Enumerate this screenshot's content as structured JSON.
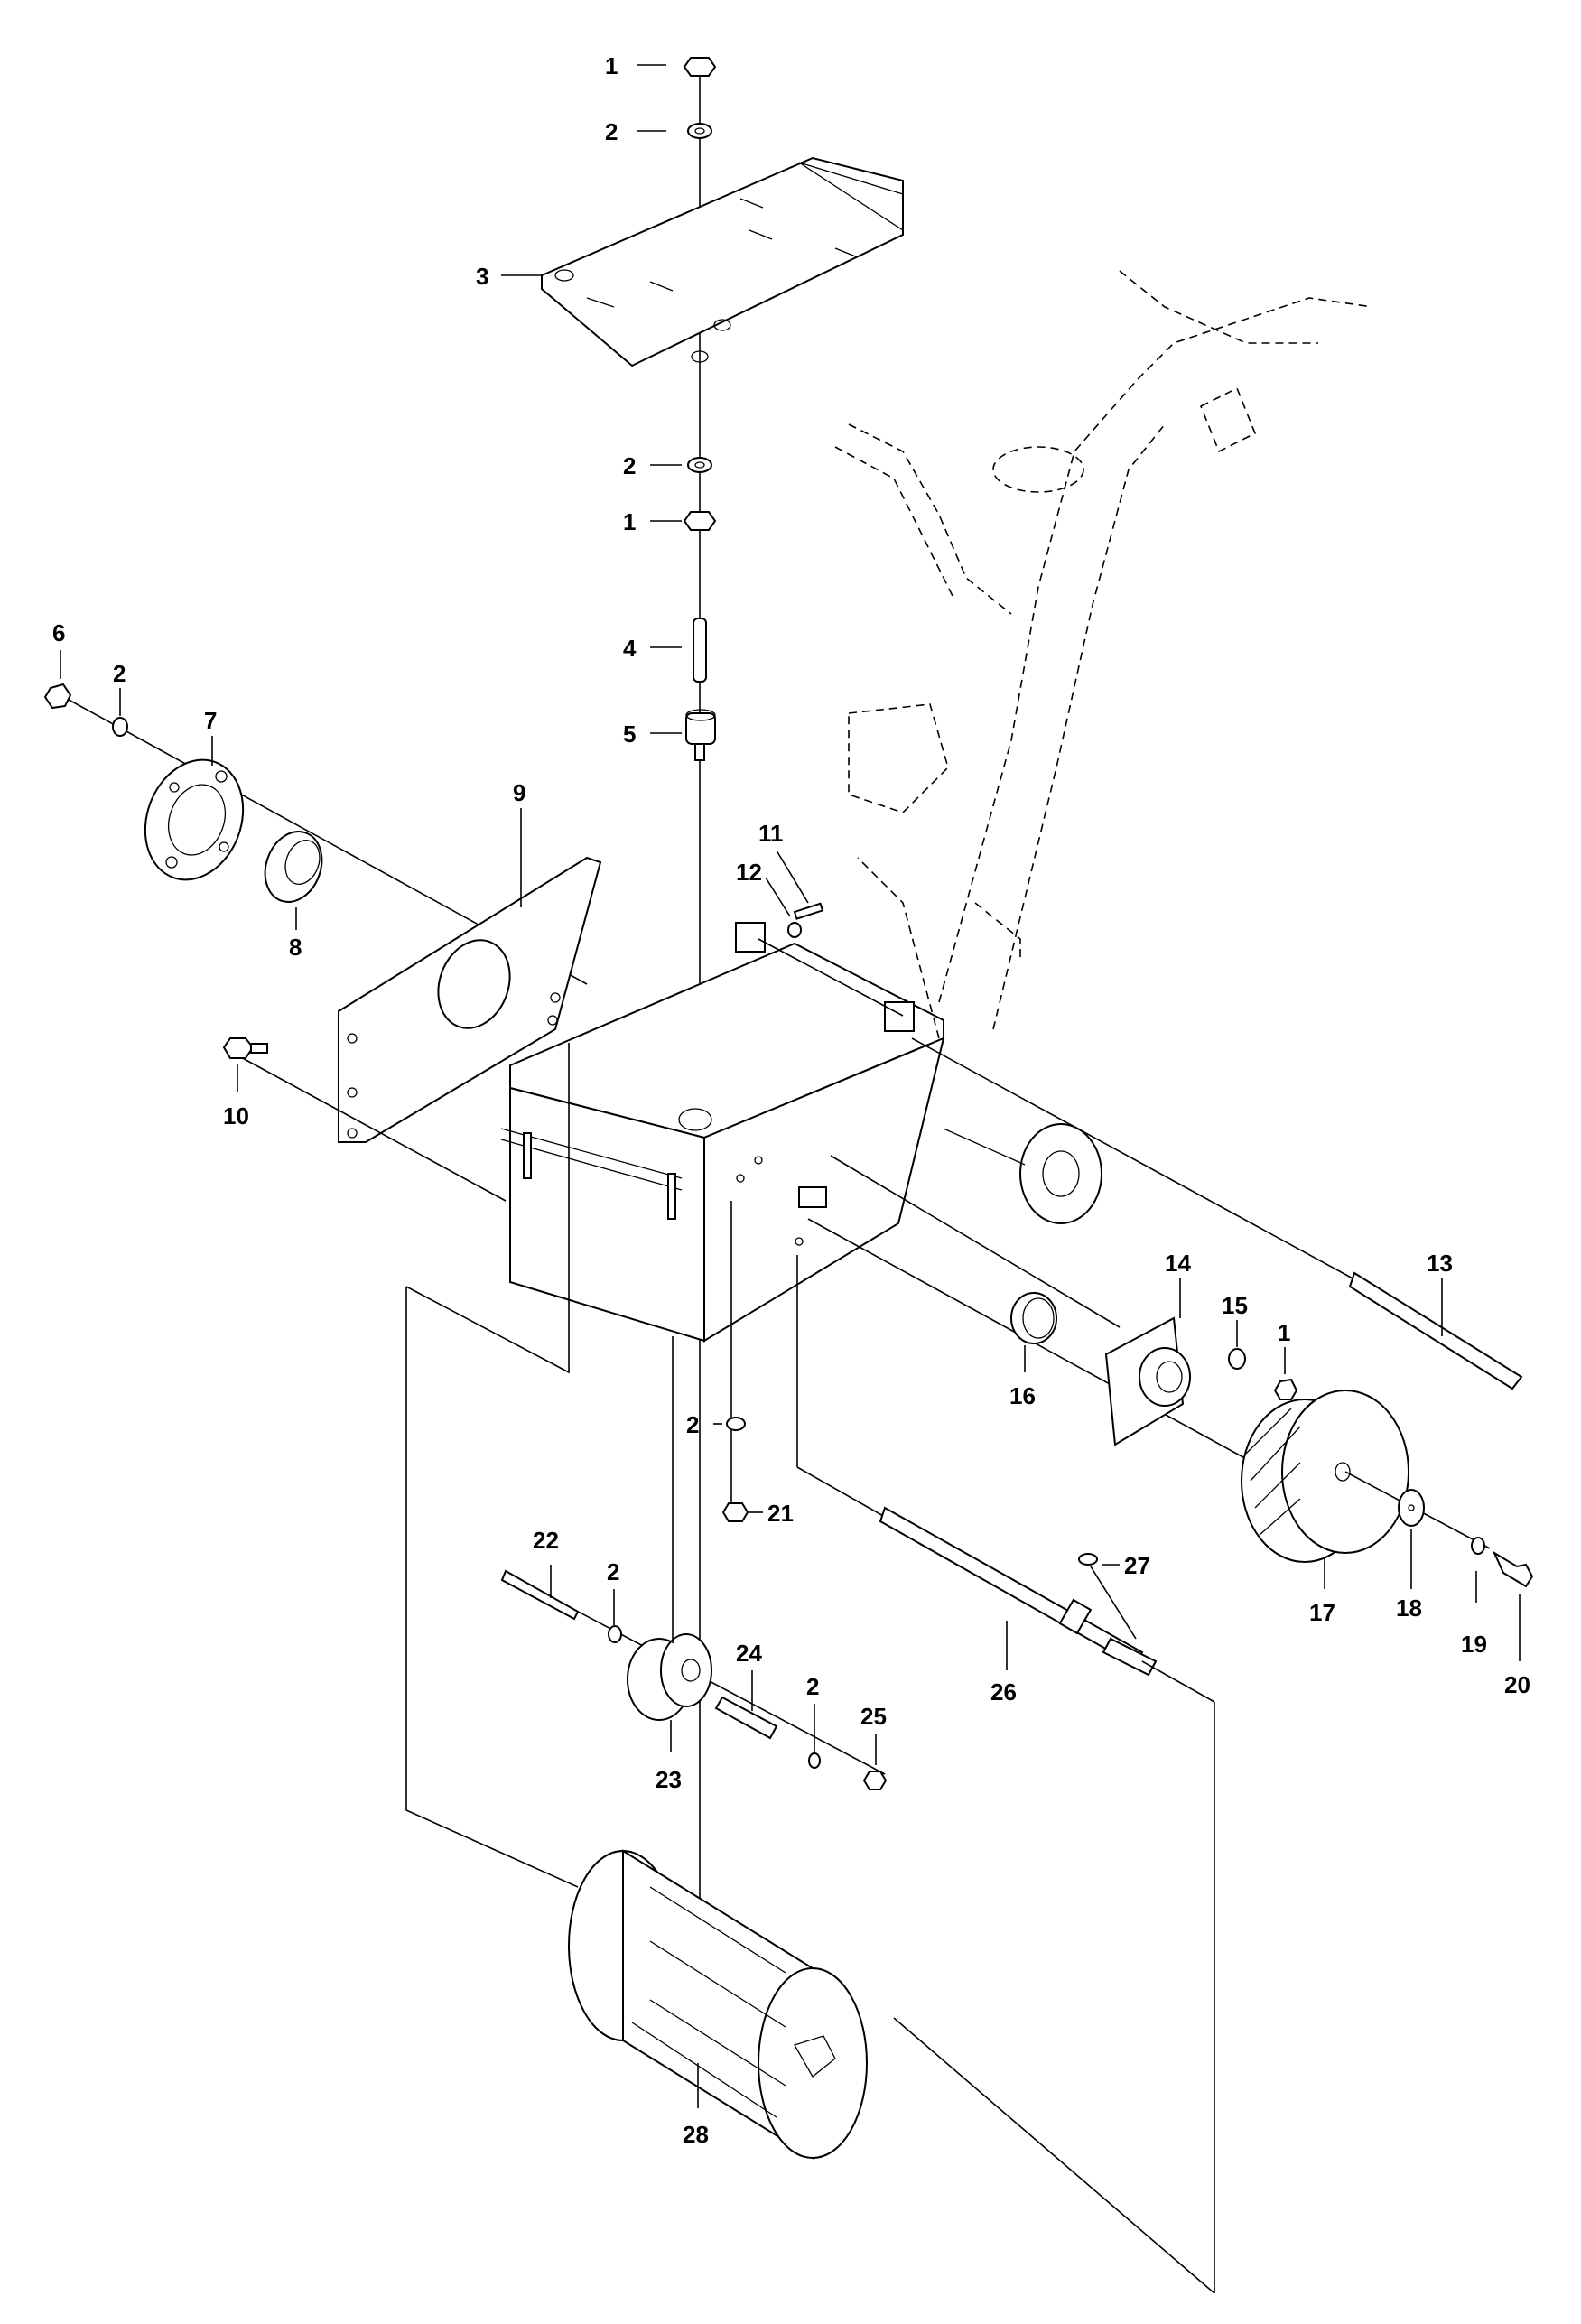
{
  "diagram": {
    "type": "exploded-parts-diagram",
    "subject": "floor saw / machine frame assembly with handle (handle shown dashed)",
    "callouts": [
      {
        "id": "c1a",
        "label": "1",
        "part": "nut (top)"
      },
      {
        "id": "c2a",
        "label": "2",
        "part": "washer (top)"
      },
      {
        "id": "c3",
        "label": "3",
        "part": "mounting plate"
      },
      {
        "id": "c2b",
        "label": "2",
        "part": "washer"
      },
      {
        "id": "c1b",
        "label": "1",
        "part": "nut"
      },
      {
        "id": "c4",
        "label": "4",
        "part": "stud"
      },
      {
        "id": "c5",
        "label": "5",
        "part": "rubber mount"
      },
      {
        "id": "c6",
        "label": "6",
        "part": "nut"
      },
      {
        "id": "c2c",
        "label": "2",
        "part": "washer"
      },
      {
        "id": "c7",
        "label": "7",
        "part": "flange bearing housing"
      },
      {
        "id": "c8",
        "label": "8",
        "part": "ball bearing"
      },
      {
        "id": "c9",
        "label": "9",
        "part": "side plate"
      },
      {
        "id": "c10",
        "label": "10",
        "part": "screw"
      },
      {
        "id": "c11",
        "label": "11",
        "part": "washer"
      },
      {
        "id": "c12",
        "label": "12",
        "part": "screw"
      },
      {
        "id": "c13",
        "label": "13",
        "part": "axle"
      },
      {
        "id": "c14",
        "label": "14",
        "part": "flange bearing"
      },
      {
        "id": "c15",
        "label": "15",
        "part": "washer"
      },
      {
        "id": "c1c",
        "label": "1",
        "part": "nut"
      },
      {
        "id": "c16",
        "label": "16",
        "part": "spacer ring"
      },
      {
        "id": "c17",
        "label": "17",
        "part": "pulley / knurled wheel"
      },
      {
        "id": "c18",
        "label": "18",
        "part": "washer"
      },
      {
        "id": "c19",
        "label": "19",
        "part": "lock washer"
      },
      {
        "id": "c20",
        "label": "20",
        "part": "screw"
      },
      {
        "id": "c2d",
        "label": "2",
        "part": "washer"
      },
      {
        "id": "c21",
        "label": "21",
        "part": "nut"
      },
      {
        "id": "c22",
        "label": "22",
        "part": "bolt"
      },
      {
        "id": "c2e",
        "label": "2",
        "part": "washer"
      },
      {
        "id": "c23",
        "label": "23",
        "part": "roller"
      },
      {
        "id": "c24",
        "label": "24",
        "part": "sleeve"
      },
      {
        "id": "c2f",
        "label": "2",
        "part": "washer"
      },
      {
        "id": "c25",
        "label": "25",
        "part": "nut"
      },
      {
        "id": "c26",
        "label": "26",
        "part": "key"
      },
      {
        "id": "c27",
        "label": "27",
        "part": "shaft"
      },
      {
        "id": "c28",
        "label": "28",
        "part": "drum"
      }
    ]
  }
}
